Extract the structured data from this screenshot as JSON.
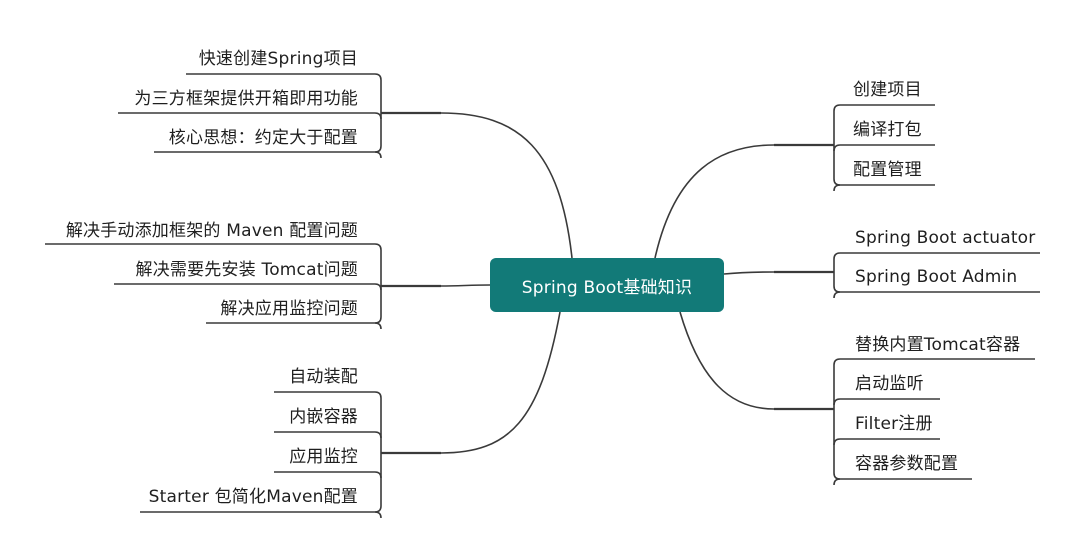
{
  "center": {
    "label": "Spring Boot基础知识"
  },
  "left_groups": [
    {
      "items": [
        "快速创建Spring项目",
        "为三方框架提供开箱即用功能",
        "核心思想：约定大于配置"
      ]
    },
    {
      "items": [
        "解决手动添加框架的 Maven 配置问题",
        "解决需要先安装 Tomcat问题",
        "解决应用监控问题"
      ]
    },
    {
      "items": [
        "自动装配",
        "内嵌容器",
        "应用监控",
        "Starter 包简化Maven配置"
      ]
    }
  ],
  "right_groups": [
    {
      "items": [
        "创建项目",
        "编译打包",
        "配置管理"
      ]
    },
    {
      "items": [
        "Spring Boot actuator",
        "Spring Boot Admin"
      ]
    },
    {
      "items": [
        "替换内置Tomcat容器",
        "启动监听",
        "Filter注册",
        "容器参数配置"
      ]
    }
  ],
  "colors": {
    "center_fill": "#127a78",
    "line": "#3a3a3a",
    "text": "#1f1f1f"
  }
}
